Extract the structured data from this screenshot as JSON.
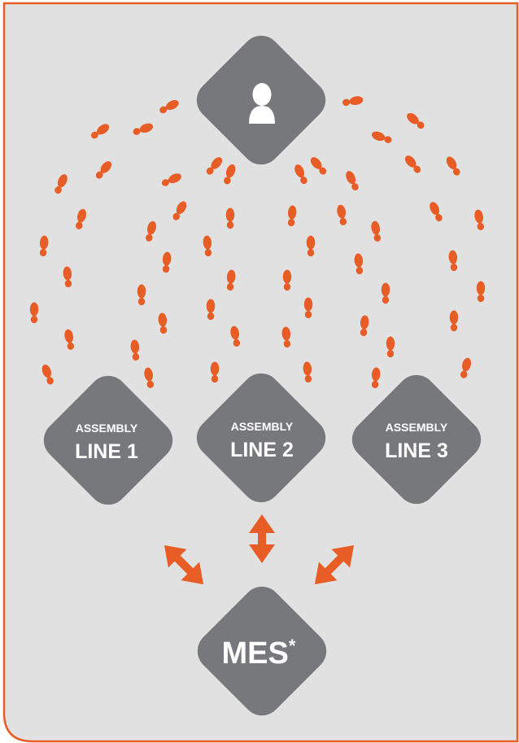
{
  "top_node": {
    "icon": "person-icon"
  },
  "lines": [
    {
      "small": "ASSEMBLY",
      "big": "LINE 1"
    },
    {
      "small": "ASSEMBLY",
      "big": "LINE 2"
    },
    {
      "small": "ASSEMBLY",
      "big": "LINE 3"
    }
  ],
  "mes": {
    "label": "MES",
    "suffix": "*"
  },
  "colors": {
    "panel": "#e1e1e2",
    "border": "#e85c25",
    "node": "#77787b",
    "accent": "#e85c25"
  }
}
